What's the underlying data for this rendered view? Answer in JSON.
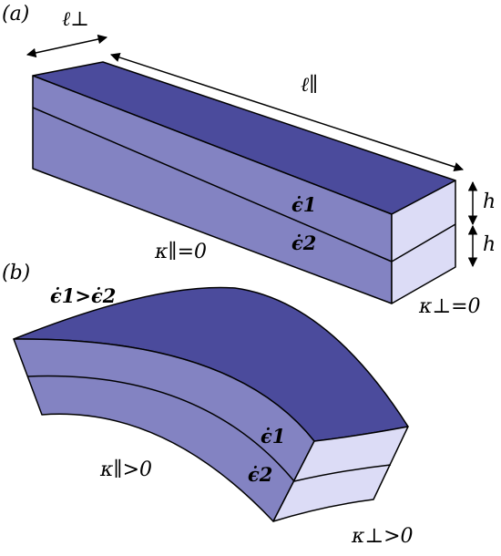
{
  "panel_a": {
    "panel_label": "(a)",
    "width_label": "ℓ⊥",
    "length_label": "ℓ∥",
    "layer_thickness_top": "h",
    "layer_thickness_bottom": "h",
    "strain_top": "ϵ̇1",
    "strain_bottom": "ϵ̇2",
    "curvature_parallel": "κ∥=0",
    "curvature_perp": "κ⊥=0"
  },
  "panel_b": {
    "panel_label": "(b)",
    "strain_condition": "ϵ̇1>ϵ̇2",
    "strain_top": "ϵ̇1",
    "strain_bottom": "ϵ̇2",
    "curvature_parallel": "κ∥>0",
    "curvature_perp": "κ⊥>0"
  },
  "colors": {
    "top_face": "#4b4b9c",
    "side_face": "#8383c2",
    "end_face": "#dcdcf6",
    "outline": "#000000"
  }
}
